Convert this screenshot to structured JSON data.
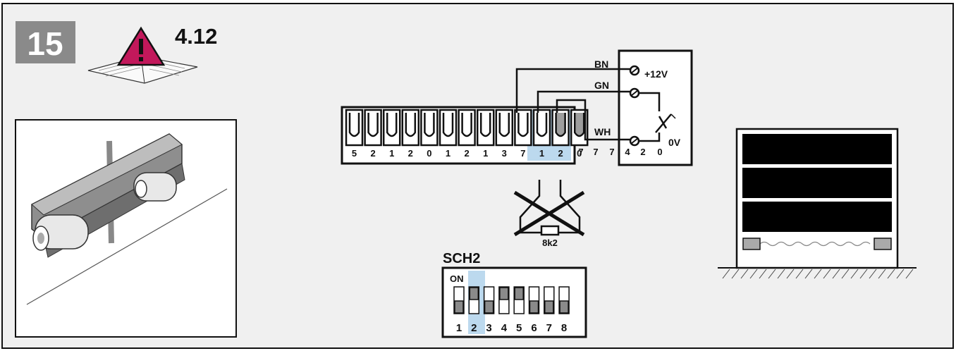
{
  "step": {
    "number": "15",
    "reference": "4.12"
  },
  "terminal_block": {
    "labels": [
      "5",
      "2",
      "1",
      "2",
      "0",
      "1",
      "2",
      "1",
      "3",
      "7",
      "1",
      "2",
      "0"
    ],
    "extra_labels": [
      "7",
      "7",
      "7",
      "4",
      "2",
      "0"
    ]
  },
  "module": {
    "voltage_top": "+12V",
    "voltage_bottom": "0V"
  },
  "wires": {
    "brown": "BN",
    "green": "GN",
    "white": "WH"
  },
  "resistor": {
    "label": "8k2"
  },
  "dip_switch": {
    "name": "SCH2",
    "on_label": "ON",
    "labels": [
      "1",
      "2",
      "3",
      "4",
      "5",
      "6",
      "7",
      "8"
    ],
    "states": [
      "off",
      "on",
      "off",
      "on",
      "on",
      "off",
      "off",
      "off"
    ],
    "highlighted": 2
  },
  "colors": {
    "highlight": "#bcd9ee",
    "badge": "#8a8a8a",
    "warning": "#c2185b",
    "panel": "#f0f0f0"
  }
}
